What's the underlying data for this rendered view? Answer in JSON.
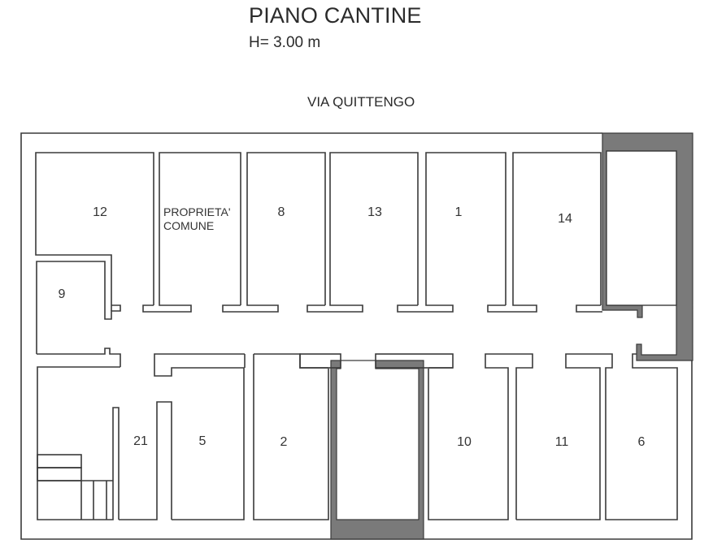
{
  "header": {
    "title": "PIANO CANTINE",
    "height_label": "H= 3.00 m",
    "street_label": "VIA QUITTENGO"
  },
  "colors": {
    "wall_stroke": "#3a3a3a",
    "highlight_fill": "#7a7a7a",
    "text": "#2b2b2b",
    "background": "#ffffff"
  },
  "rooms": {
    "r12": {
      "label": "12"
    },
    "common": {
      "label_line1": "PROPRIETA'",
      "label_line2": "COMUNE"
    },
    "r8": {
      "label": "8"
    },
    "r13": {
      "label": "13"
    },
    "r1": {
      "label": "1"
    },
    "r14": {
      "label": "14"
    },
    "r9": {
      "label": "9"
    },
    "r21": {
      "label": "21"
    },
    "r5": {
      "label": "5"
    },
    "r2": {
      "label": "2"
    },
    "r10": {
      "label": "10"
    },
    "r11": {
      "label": "11"
    },
    "r6": {
      "label": "6"
    }
  }
}
